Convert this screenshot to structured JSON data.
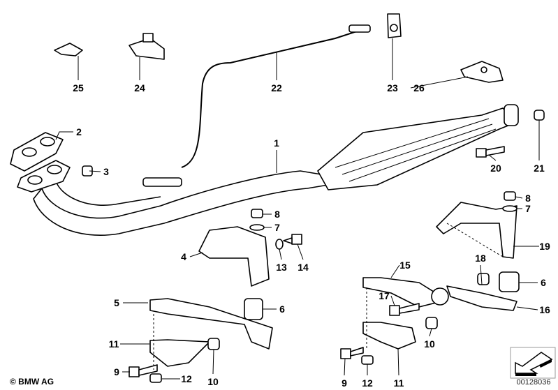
{
  "copyright": "© BMW AG",
  "reference_number": "00128036",
  "labels": {
    "p25": "25",
    "p24": "24",
    "p22": "22",
    "p23": "23",
    "p26": "26",
    "p2": "2",
    "p3": "3",
    "p1": "1",
    "p20": "20",
    "p21": "21",
    "p8a": "8",
    "p7a": "7",
    "p19": "19",
    "p8b": "8",
    "p7b": "7",
    "p4": "4",
    "p13": "13",
    "p14": "14",
    "p15": "15",
    "p18": "18",
    "p6a": "6",
    "p5": "5",
    "p6b": "6",
    "p17": "17",
    "p16": "16",
    "p11a": "11",
    "p10a": "10",
    "p9a": "9",
    "p12a": "12",
    "p10b": "10",
    "p9b": "9",
    "p12b": "12",
    "p11b": "11"
  }
}
